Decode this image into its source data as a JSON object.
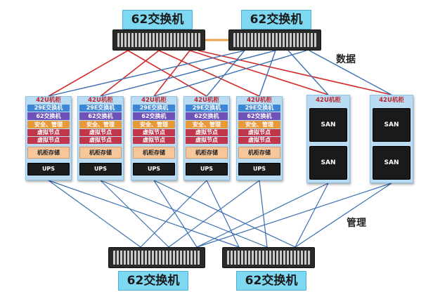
{
  "top_switches": [
    {
      "label": "62交换机"
    },
    {
      "label": "62交换机"
    }
  ],
  "bottom_switches": [
    {
      "label": "62交换机"
    },
    {
      "label": "62交换机"
    }
  ],
  "labels": {
    "data": "数据",
    "management": "管理"
  },
  "compute_racks": [
    {
      "title": "42U机柜",
      "slots": [
        "29E交换机",
        "62交换机",
        "安全、管理",
        "虚拟节点",
        "虚拟节点",
        "机柜存储",
        "UPS"
      ]
    },
    {
      "title": "42U机柜",
      "slots": [
        "29E交换机",
        "62交换机",
        "安全、管理",
        "虚拟节点",
        "虚拟节点",
        "机柜存储",
        "UPS"
      ]
    },
    {
      "title": "42U机柜",
      "slots": [
        "29E交换机",
        "62交换机",
        "安全、管理",
        "虚拟节点",
        "虚拟节点",
        "机柜存储",
        "UPS"
      ]
    },
    {
      "title": "42U机柜",
      "slots": [
        "29E交换机",
        "62交换机",
        "安全、管理",
        "虚拟节点",
        "虚拟节点",
        "机柜存储",
        "UPS"
      ]
    },
    {
      "title": "42U机柜",
      "slots": [
        "29E交换机",
        "62交换机",
        "安全、管理",
        "虚拟节点",
        "虚拟节点",
        "机柜存储",
        "UPS"
      ]
    }
  ],
  "san_racks": [
    {
      "title": "42U机柜",
      "units": [
        "SAN",
        "SAN"
      ]
    },
    {
      "title": "42U机柜",
      "units": [
        "SAN",
        "SAN"
      ]
    }
  ],
  "colors": {
    "data_link": "#d12a2a",
    "mgmt_link": "#3a6fb3",
    "inter_switch": "#e8a24a",
    "label_fill": "#7fd8f2"
  }
}
